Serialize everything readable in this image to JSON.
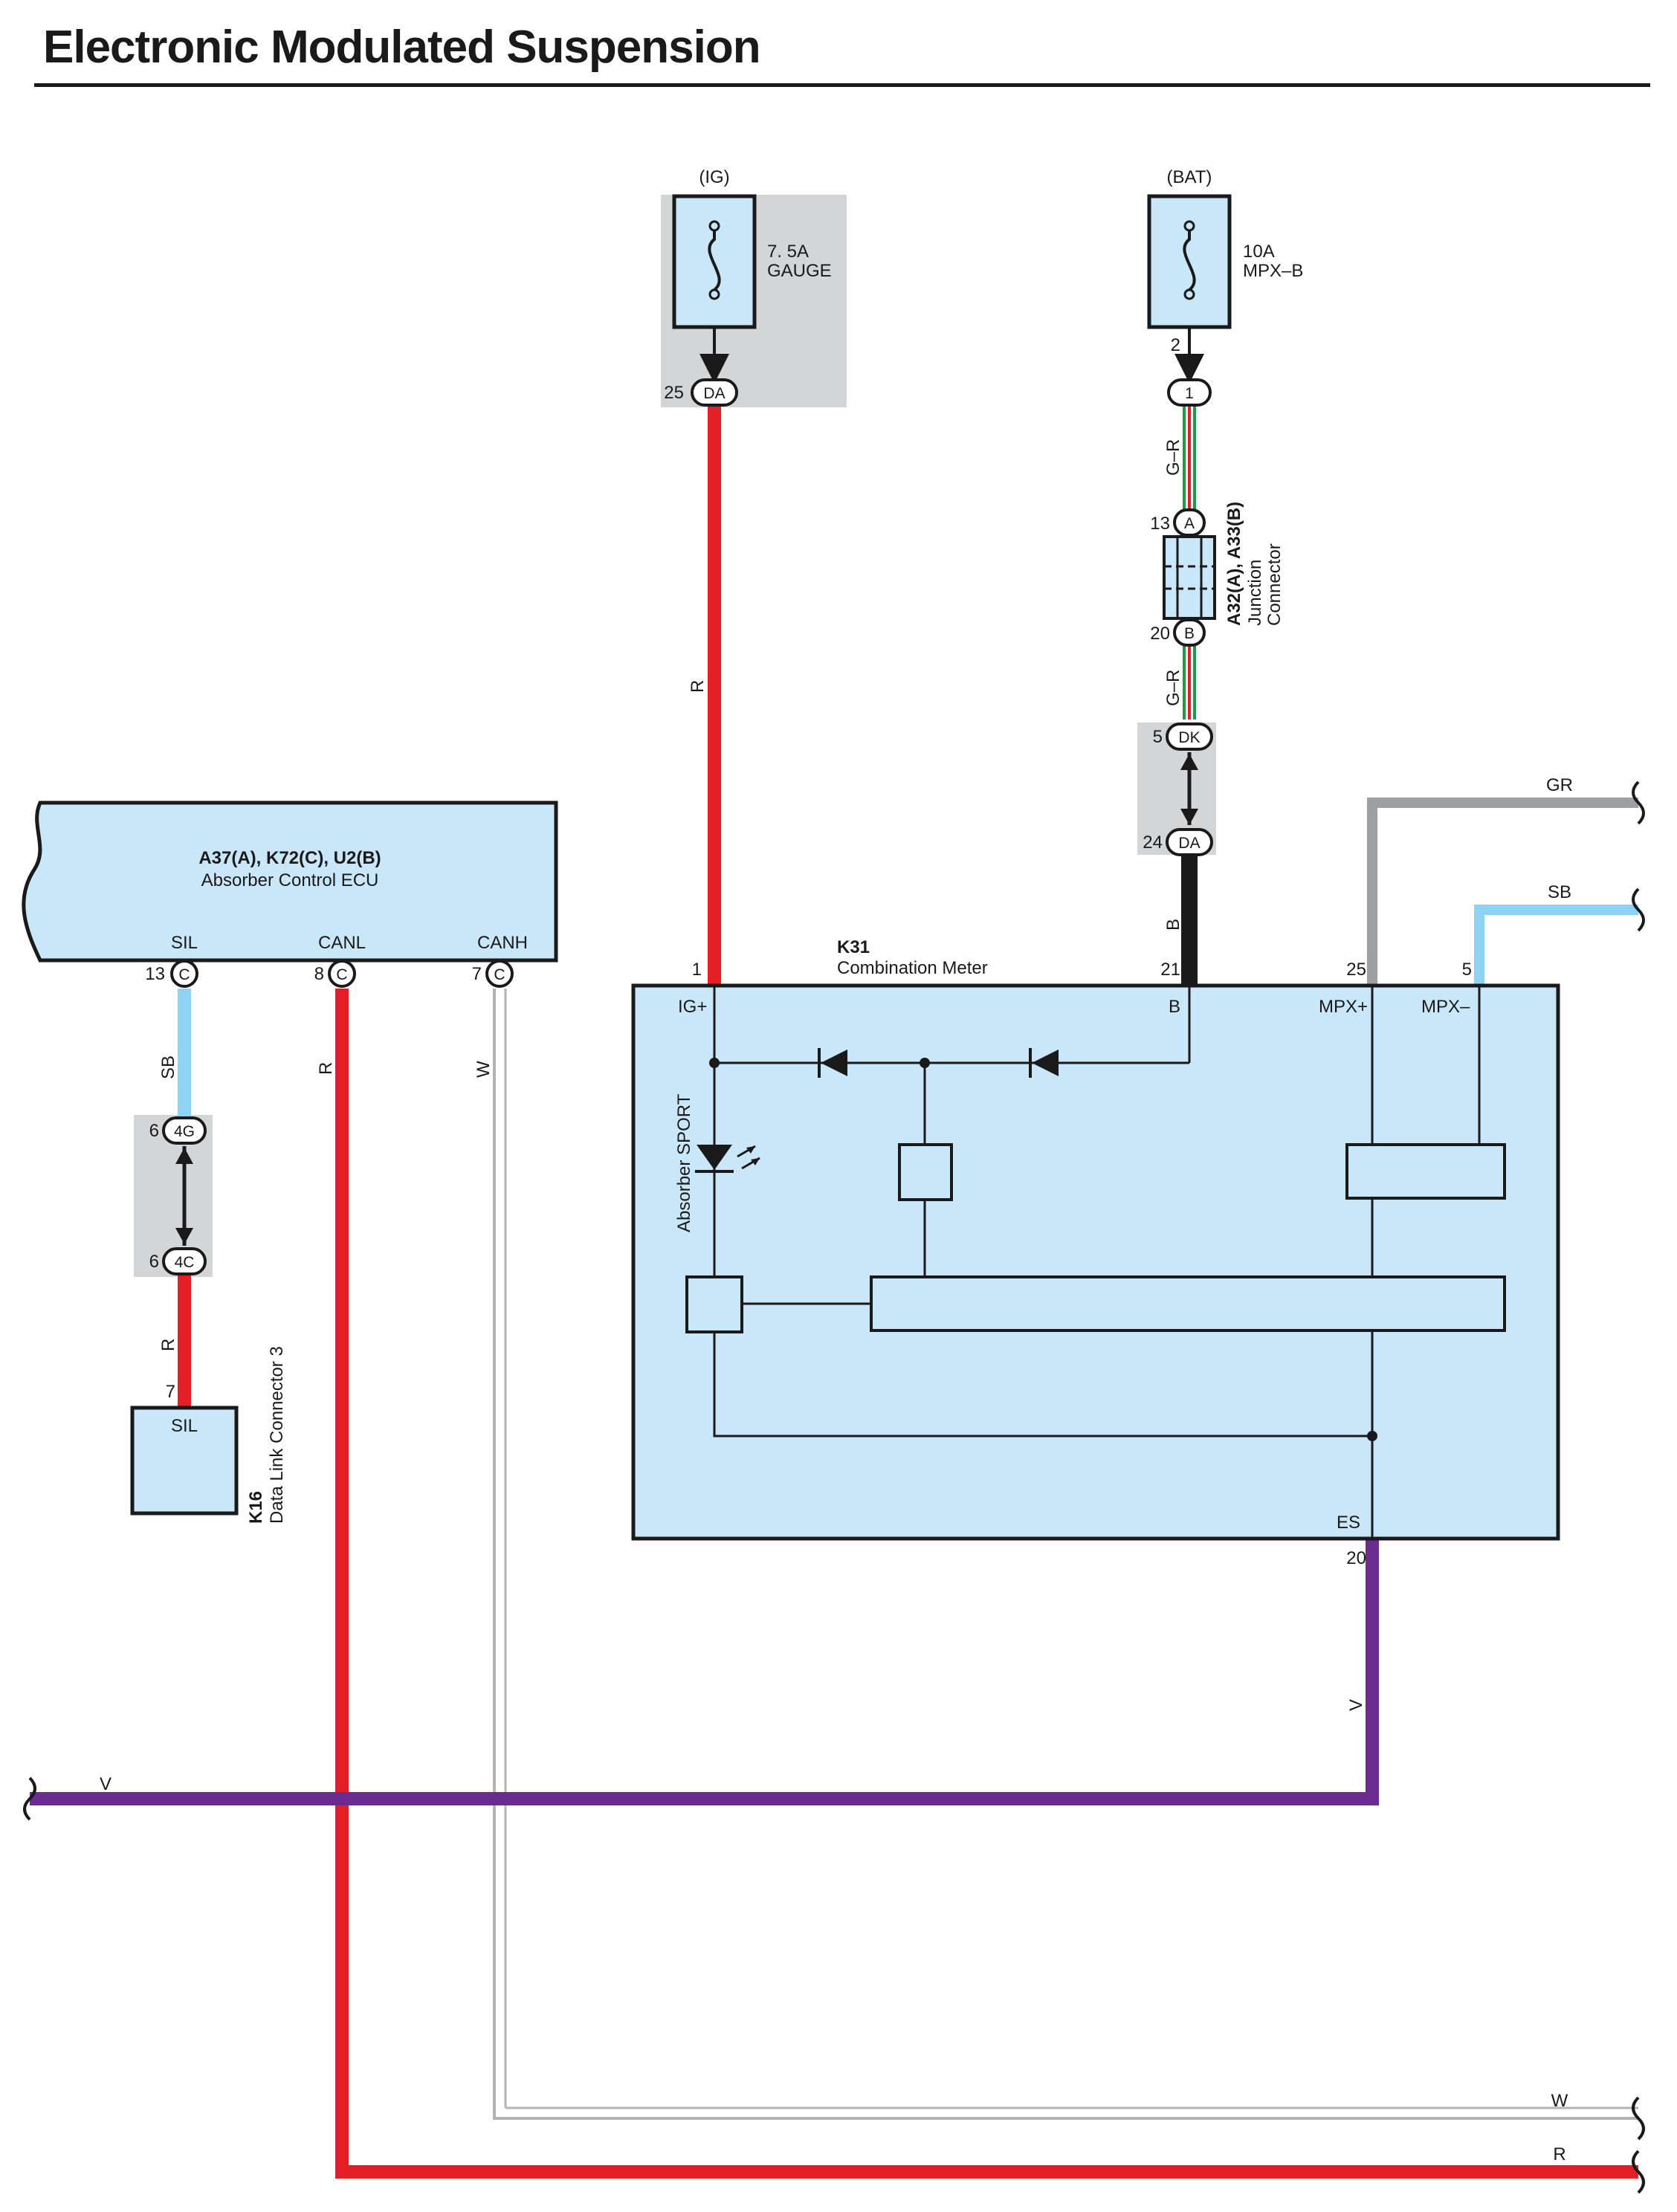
{
  "title": "Electronic Modulated Suspension",
  "power": {
    "ig": {
      "source": "(IG)",
      "fuse_rating": "7. 5A",
      "fuse_name": "GAUGE",
      "pin": "25",
      "connector": "DA"
    },
    "bat": {
      "source": "(BAT)",
      "fuse_rating": "10A",
      "fuse_name": "MPX–B",
      "pin": "2",
      "connector": "1"
    }
  },
  "junction": {
    "id": "A32(A), A33(B)",
    "name_line1": "Junction",
    "name_line2": "Connector",
    "pin_a": "13",
    "conn_a": "A",
    "pin_b": "20",
    "conn_b": "B"
  },
  "joint_dk_da": {
    "pin_top": "5",
    "conn_top": "DK",
    "pin_bottom": "24",
    "conn_bottom": "DA"
  },
  "ecu": {
    "id": "A37(A), K72(C), U2(B)",
    "name": "Absorber Control ECU",
    "terminals": [
      {
        "label": "SIL",
        "pin": "13",
        "conn": "C"
      },
      {
        "label": "CANL",
        "pin": "8",
        "conn": "C"
      },
      {
        "label": "CANH",
        "pin": "7",
        "conn": "C"
      }
    ]
  },
  "joint_4g_4c": {
    "pin_top": "6",
    "conn_top": "4G",
    "pin_bottom": "6",
    "conn_bottom": "4C"
  },
  "dlc": {
    "id": "K16",
    "name": "Data Link Connector 3",
    "terminal": "SIL",
    "pin": "7"
  },
  "meter": {
    "id": "K31",
    "name": "Combination Meter",
    "led_label": "Absorber SPORT",
    "terminals": [
      {
        "label": "IG+",
        "pin": "1"
      },
      {
        "label": "B",
        "pin": "21"
      },
      {
        "label": "MPX+",
        "pin": "25"
      },
      {
        "label": "MPX–",
        "pin": "5"
      },
      {
        "label": "ES",
        "pin": "20"
      }
    ]
  },
  "wires": {
    "ig_feed": "R",
    "bat_upper": "G–R",
    "bat_lower": "G–R",
    "bat_meter": "B",
    "mpx_plus": "GR",
    "mpx_minus": "SB",
    "sil_upper": "SB",
    "sil_lower": "R",
    "canl": "R",
    "canh": "W",
    "es_down": "V",
    "es_bus": "V",
    "canh_bus": "W",
    "canl_bus": "R"
  },
  "colors": {
    "red": "#e31e24",
    "violet": "#6a2c91",
    "sky_blue": "#8fd3f4",
    "gray": "#9d9fa2",
    "green": "#1a9c4a",
    "black": "#1a1a1a",
    "white_wire": "#b3b3b3",
    "component_fill": "#c9e7f8",
    "joint_bg": "#d4d5d6"
  }
}
